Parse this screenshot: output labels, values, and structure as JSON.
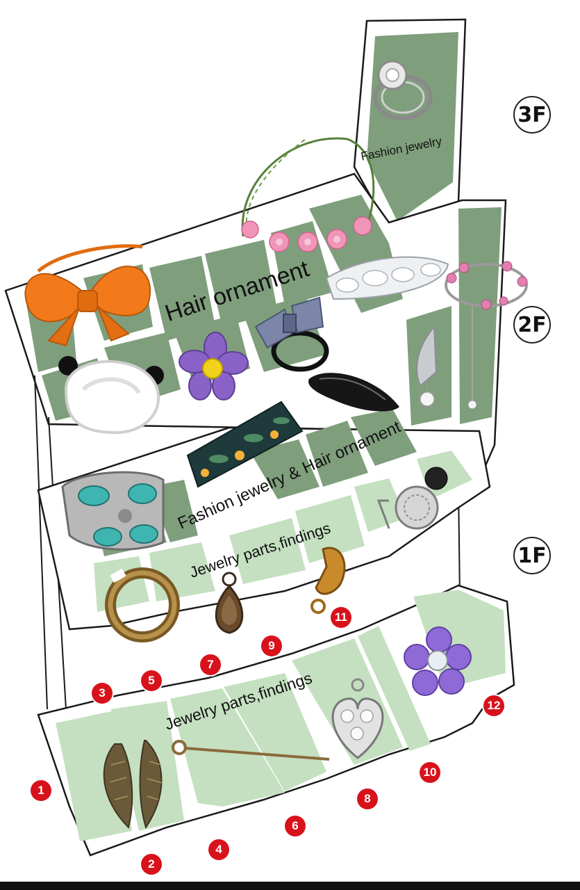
{
  "floors": {
    "f3": "3F",
    "f2": "2F",
    "f1": "1F"
  },
  "zones": {
    "fashion_jewelry": "Fashion jewelry",
    "hair_ornament": "Hair ornament",
    "fashion_and_hair": "Fashion jewelry & Hair ornament",
    "parts_upper": "Jewelry parts,findings",
    "parts_lower": "Jewelry parts,findings"
  },
  "entrances": [
    "1",
    "2",
    "3",
    "4",
    "5",
    "6",
    "7",
    "8",
    "9",
    "10",
    "11",
    "12"
  ],
  "colors": {
    "upper_shop_fill": "#7f9e7c",
    "lower_shop_fill": "#c4e0c0",
    "outline": "#1a1a1a",
    "marker": "#d8121b",
    "background": "#ffffff"
  },
  "product_icons": [
    "ring-icon",
    "flower-crown-icon",
    "hair-bow-icon",
    "rhinestone-clip-icon",
    "charm-bracelet-icon",
    "bear-headband-icon",
    "felt-flower-icon",
    "bow-hair-tie-icon",
    "wing-earring-icon",
    "snap-hair-clip-icon",
    "floral-headband-icon",
    "turquoise-cuff-icon",
    "locket-cage-icon",
    "jump-ring-icon",
    "teardrop-pendant-icon",
    "lobster-clasp-icon",
    "flower-bead-icon",
    "wing-charm-icon",
    "head-pin-icon",
    "heart-cage-icon"
  ]
}
